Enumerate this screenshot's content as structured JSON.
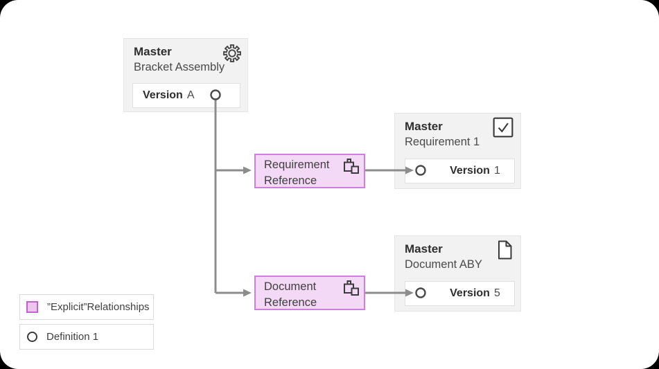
{
  "diagram": {
    "nodes": {
      "bracket_assembly": {
        "title": "Master",
        "subtitle": "Bracket Assembly",
        "icon": "gear-icon",
        "version_label": "Version",
        "version_value": "A"
      },
      "requirement_1": {
        "title": "Master",
        "subtitle": "Requirement 1",
        "icon": "checkbox-icon",
        "version_label": "Version",
        "version_value": "1"
      },
      "document_aby": {
        "title": "Master",
        "subtitle": "Document ABY",
        "icon": "document-icon",
        "version_label": "Version",
        "version_value": "5"
      }
    },
    "relationships": [
      {
        "line1": "Requirement",
        "line2": "Reference",
        "icon": "linked-squares-icon"
      },
      {
        "line1": "Document",
        "line2": "Reference",
        "icon": "linked-squares-icon"
      }
    ],
    "connector_points": [
      "definition-circle-version-a",
      "definition-circle-version-1",
      "definition-circle-version-5"
    ],
    "colors": {
      "relationship_fill": "#f4d9f6",
      "relationship_border": "#ce7fdd",
      "legend_swatch_fill": "#f0c4f0",
      "legend_swatch_border": "#bf63cc",
      "node_fill": "#f2f2f2",
      "connector": "#8c8c8c"
    }
  },
  "legend": {
    "items": [
      {
        "icon": "relationship-swatch",
        "label": "”Explicit”Relationships"
      },
      {
        "icon": "definition-circle",
        "label": "Definition 1"
      }
    ]
  }
}
